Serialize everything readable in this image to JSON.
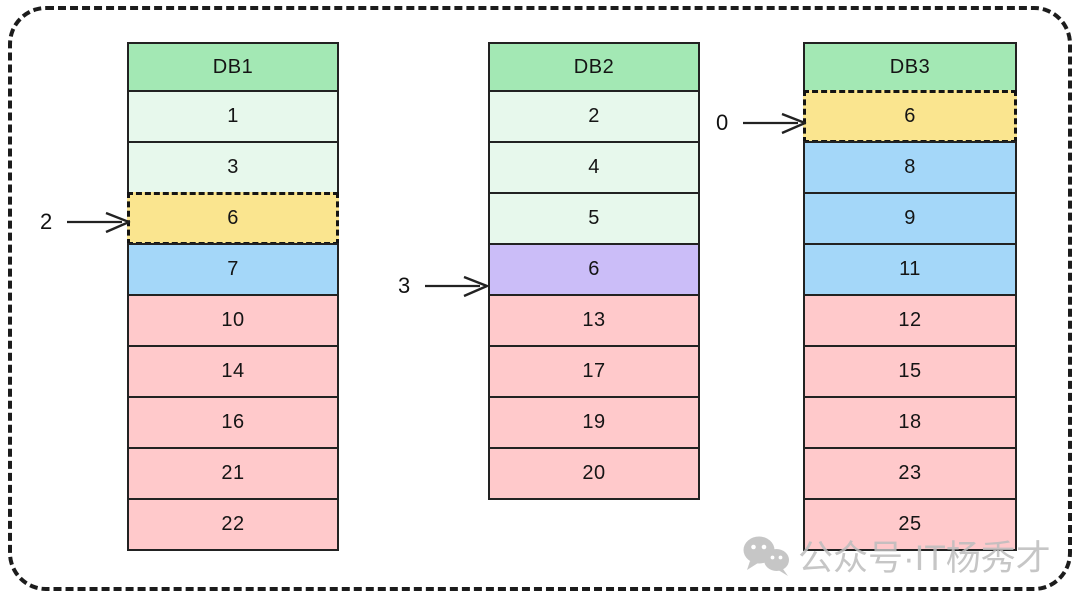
{
  "colors": {
    "header_green": "#a3e8b4",
    "cell_light_green": "#e7f8ec",
    "cell_yellow": "#fae58f",
    "cell_blue": "#a4d7f9",
    "cell_purple": "#cbbdf8",
    "cell_pink": "#ffc9cb",
    "stroke": "#222222",
    "outer_border": "#1c1c1c",
    "watermark_gray": "#bdbdbd"
  },
  "diagram": {
    "columns": [
      {
        "header": "DB1",
        "cells": [
          {
            "value": "1",
            "color": "light_green"
          },
          {
            "value": "3",
            "color": "light_green"
          },
          {
            "value": "6",
            "color": "yellow",
            "dashed_border": true
          },
          {
            "value": "7",
            "color": "blue"
          },
          {
            "value": "10",
            "color": "pink"
          },
          {
            "value": "14",
            "color": "pink"
          },
          {
            "value": "16",
            "color": "pink"
          },
          {
            "value": "21",
            "color": "pink"
          },
          {
            "value": "22",
            "color": "pink"
          }
        ]
      },
      {
        "header": "DB2",
        "cells": [
          {
            "value": "2",
            "color": "light_green"
          },
          {
            "value": "4",
            "color": "light_green"
          },
          {
            "value": "5",
            "color": "light_green"
          },
          {
            "value": "6",
            "color": "purple"
          },
          {
            "value": "13",
            "color": "pink"
          },
          {
            "value": "17",
            "color": "pink"
          },
          {
            "value": "19",
            "color": "pink"
          },
          {
            "value": "20",
            "color": "pink"
          }
        ]
      },
      {
        "header": "DB3",
        "cells": [
          {
            "value": "6",
            "color": "yellow",
            "dashed_border": true
          },
          {
            "value": "8",
            "color": "blue"
          },
          {
            "value": "9",
            "color": "blue"
          },
          {
            "value": "11",
            "color": "blue"
          },
          {
            "value": "12",
            "color": "pink"
          },
          {
            "value": "15",
            "color": "pink"
          },
          {
            "value": "18",
            "color": "pink"
          },
          {
            "value": "23",
            "color": "pink"
          },
          {
            "value": "25",
            "color": "pink"
          }
        ]
      }
    ],
    "arrows": [
      {
        "label": "2",
        "points_to": "DB1 yellow cell 6"
      },
      {
        "label": "3",
        "points_to": "DB2 purple cell 6"
      },
      {
        "label": "0",
        "points_to": "DB3 yellow cell 6"
      }
    ]
  },
  "watermark": {
    "text": "公众号·IT杨秀才",
    "icon": "wechat-icon"
  }
}
